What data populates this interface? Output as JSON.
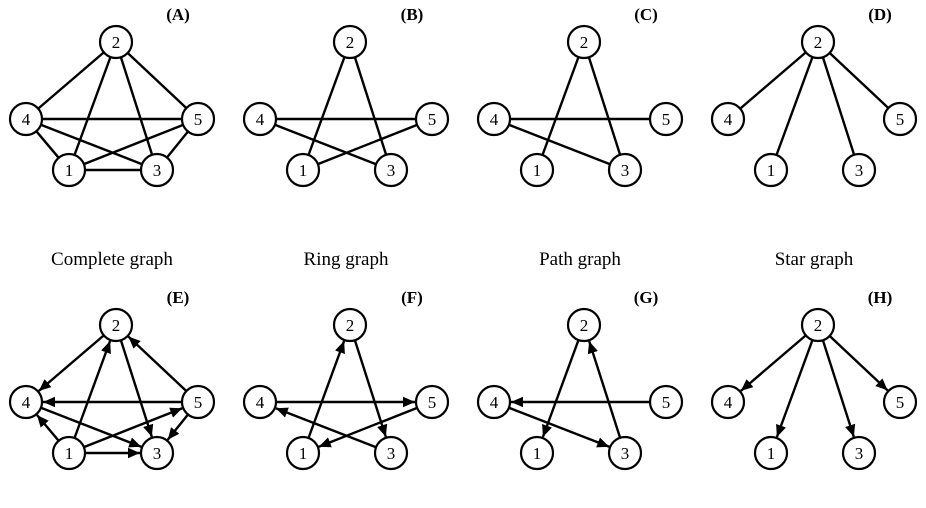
{
  "colors": {
    "stroke": "#000000",
    "fill": "#ffffff",
    "background": "#ffffff"
  },
  "panels": [
    {
      "label": "(A)",
      "caption": "Complete graph",
      "directed": false,
      "nodes": [
        "1",
        "2",
        "3",
        "4",
        "5"
      ],
      "edges": [
        [
          "2",
          "4"
        ],
        [
          "2",
          "5"
        ],
        [
          "2",
          "1"
        ],
        [
          "2",
          "3"
        ],
        [
          "4",
          "5"
        ],
        [
          "4",
          "1"
        ],
        [
          "4",
          "3"
        ],
        [
          "5",
          "1"
        ],
        [
          "5",
          "3"
        ],
        [
          "1",
          "3"
        ]
      ]
    },
    {
      "label": "(B)",
      "caption": "Ring graph",
      "directed": false,
      "nodes": [
        "1",
        "2",
        "3",
        "4",
        "5"
      ],
      "edges": [
        [
          "2",
          "1"
        ],
        [
          "2",
          "3"
        ],
        [
          "4",
          "5"
        ],
        [
          "4",
          "3"
        ],
        [
          "5",
          "1"
        ]
      ]
    },
    {
      "label": "(C)",
      "caption": "Path graph",
      "directed": false,
      "nodes": [
        "1",
        "2",
        "3",
        "4",
        "5"
      ],
      "edges": [
        [
          "2",
          "1"
        ],
        [
          "2",
          "3"
        ],
        [
          "4",
          "5"
        ],
        [
          "4",
          "3"
        ]
      ]
    },
    {
      "label": "(D)",
      "caption": "Star graph",
      "directed": false,
      "nodes": [
        "1",
        "2",
        "3",
        "4",
        "5"
      ],
      "edges": [
        [
          "2",
          "4"
        ],
        [
          "2",
          "5"
        ],
        [
          "2",
          "1"
        ],
        [
          "2",
          "3"
        ]
      ]
    },
    {
      "label": "(E)",
      "caption": "",
      "directed": true,
      "nodes": [
        "1",
        "2",
        "3",
        "4",
        "5"
      ],
      "edges": [
        [
          "2",
          "4"
        ],
        [
          "5",
          "2"
        ],
        [
          "1",
          "2"
        ],
        [
          "2",
          "3"
        ],
        [
          "5",
          "4"
        ],
        [
          "1",
          "4"
        ],
        [
          "4",
          "3"
        ],
        [
          "1",
          "5"
        ],
        [
          "5",
          "3"
        ],
        [
          "1",
          "3"
        ]
      ]
    },
    {
      "label": "(F)",
      "caption": "",
      "directed": true,
      "nodes": [
        "1",
        "2",
        "3",
        "4",
        "5"
      ],
      "edges": [
        [
          "1",
          "2"
        ],
        [
          "2",
          "3"
        ],
        [
          "3",
          "4"
        ],
        [
          "4",
          "5"
        ],
        [
          "5",
          "1"
        ]
      ]
    },
    {
      "label": "(G)",
      "caption": "",
      "directed": true,
      "nodes": [
        "1",
        "2",
        "3",
        "4",
        "5"
      ],
      "edges": [
        [
          "5",
          "4"
        ],
        [
          "4",
          "3"
        ],
        [
          "3",
          "2"
        ],
        [
          "2",
          "1"
        ]
      ]
    },
    {
      "label": "(H)",
      "caption": "",
      "directed": true,
      "nodes": [
        "1",
        "2",
        "3",
        "4",
        "5"
      ],
      "edges": [
        [
          "2",
          "4"
        ],
        [
          "2",
          "5"
        ],
        [
          "2",
          "1"
        ],
        [
          "2",
          "3"
        ]
      ]
    }
  ]
}
